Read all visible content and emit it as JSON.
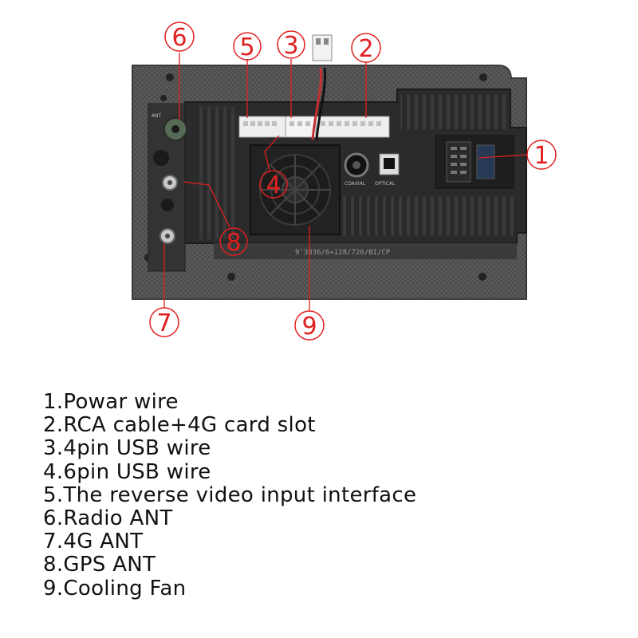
{
  "device": {
    "name": "car stereo head unit rear panel",
    "panel_print": "9'3836/6+128/720/BI/CP",
    "port_labels": {
      "ant": "ANT",
      "coaxial": "COAXIAL",
      "optical": "OPTICAL"
    }
  },
  "callouts": [
    {
      "number": "1",
      "target": "power-wire-connector"
    },
    {
      "number": "2",
      "target": "rca-cable-connector"
    },
    {
      "number": "3",
      "target": "4pin-usb-connector"
    },
    {
      "number": "4",
      "target": "6pin-usb-connector"
    },
    {
      "number": "5",
      "target": "reverse-video-connector"
    },
    {
      "number": "6",
      "target": "radio-antenna-port"
    },
    {
      "number": "7",
      "target": "4g-antenna-port"
    },
    {
      "number": "8",
      "target": "gps-antenna-port"
    },
    {
      "number": "9",
      "target": "cooling-fan"
    }
  ],
  "legend": [
    "1.Powar wire",
    "2.RCA cable+4G card slot",
    "3.4pin USB wire",
    "4.6pin USB wire",
    "5.The reverse video input interface",
    "6.Radio ANT",
    "7.4G ANT",
    "8.GPS ANT",
    "9.Cooling Fan"
  ],
  "colors": {
    "callout": "#e02020",
    "panel": "#5b5b5b",
    "chassis": "#2b2b2b"
  }
}
